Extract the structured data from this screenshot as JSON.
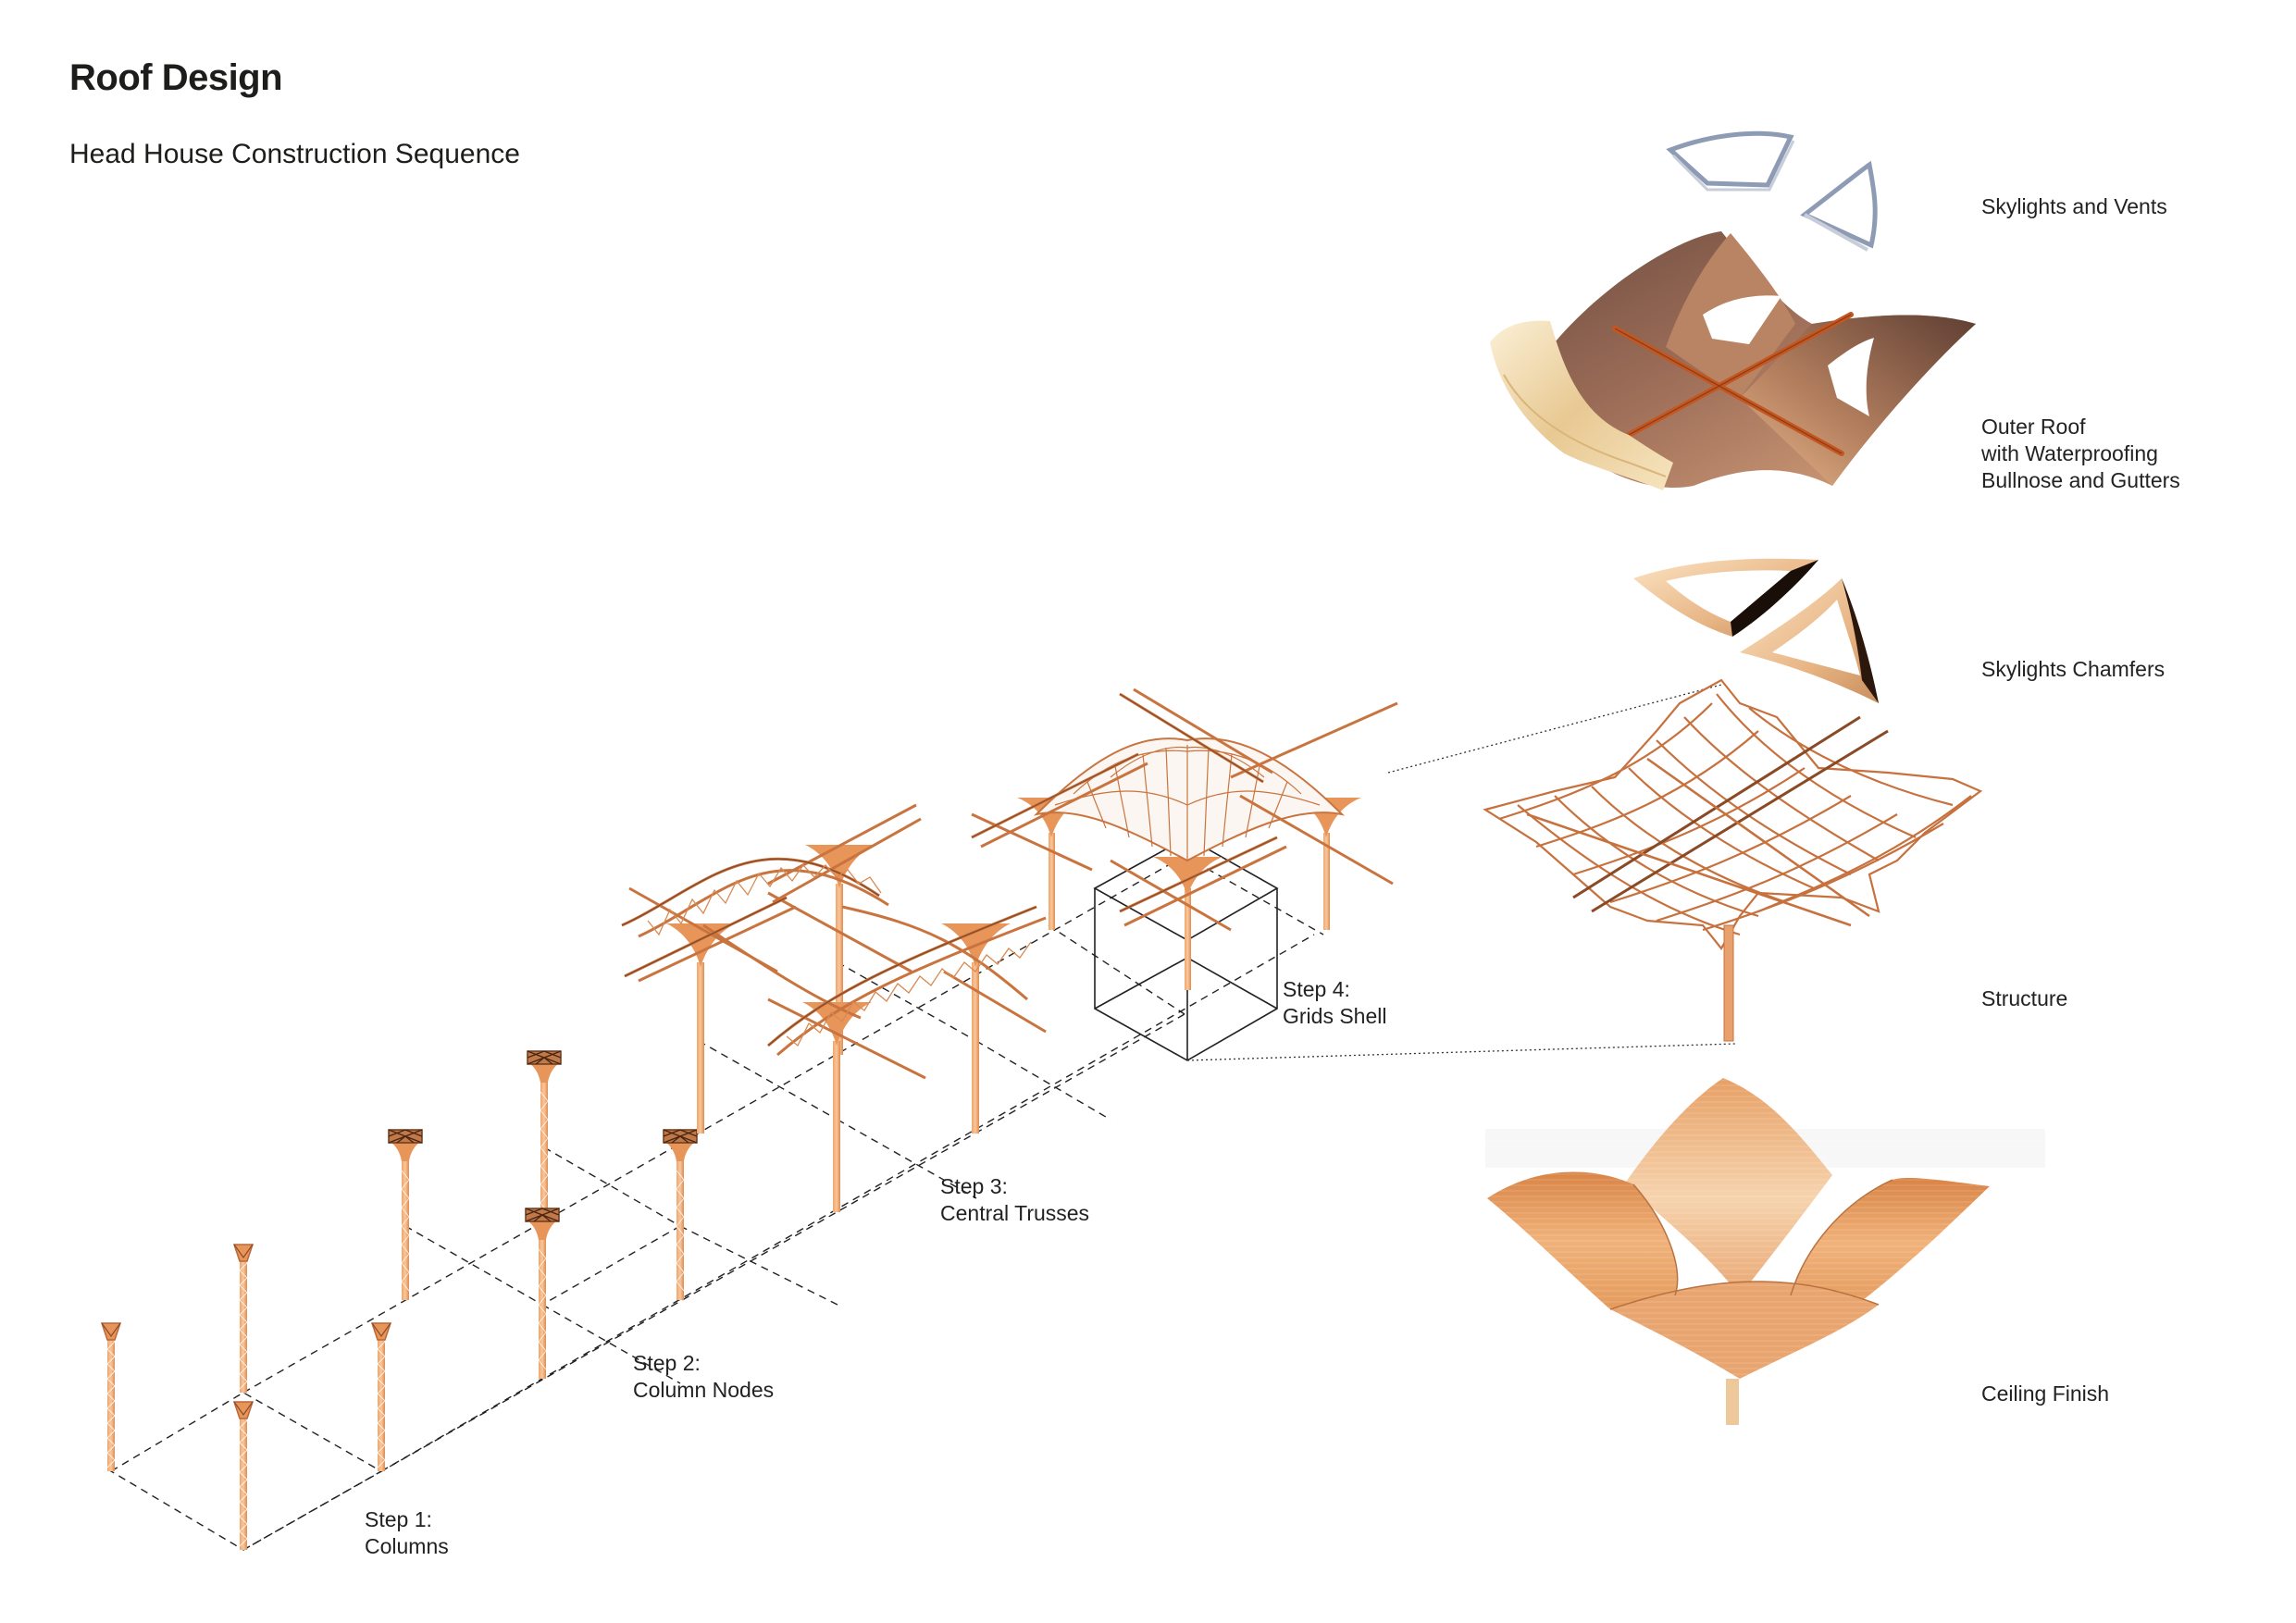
{
  "header": {
    "title": "Roof Design",
    "subtitle": "Head House Construction Sequence"
  },
  "steps": [
    {
      "number": "Step 1:",
      "name": "Columns"
    },
    {
      "number": "Step 2:",
      "name": "Column Nodes"
    },
    {
      "number": "Step 3:",
      "name": "Central Trusses"
    },
    {
      "number": "Step 4:",
      "name": "Grids Shell"
    }
  ],
  "layers": [
    {
      "label": "Skylights and Vents"
    },
    {
      "label": "Outer Roof\nwith Waterproofing\nBullnose and Gutters"
    },
    {
      "label": "Skylights Chamfers"
    },
    {
      "label": "Structure"
    },
    {
      "label": "Ceiling Finish"
    }
  ],
  "colors": {
    "timber": "#e8955a",
    "timber_dark": "#b8683a",
    "roof_dark": "#8a5a45",
    "roof_light": "#d9a57a",
    "bullnose": "#f2ddb5",
    "gutter": "#c4561f",
    "skylight_frame": "#9aa7bd",
    "ceiling": "#e39a5c",
    "text": "#1d1d1b"
  }
}
